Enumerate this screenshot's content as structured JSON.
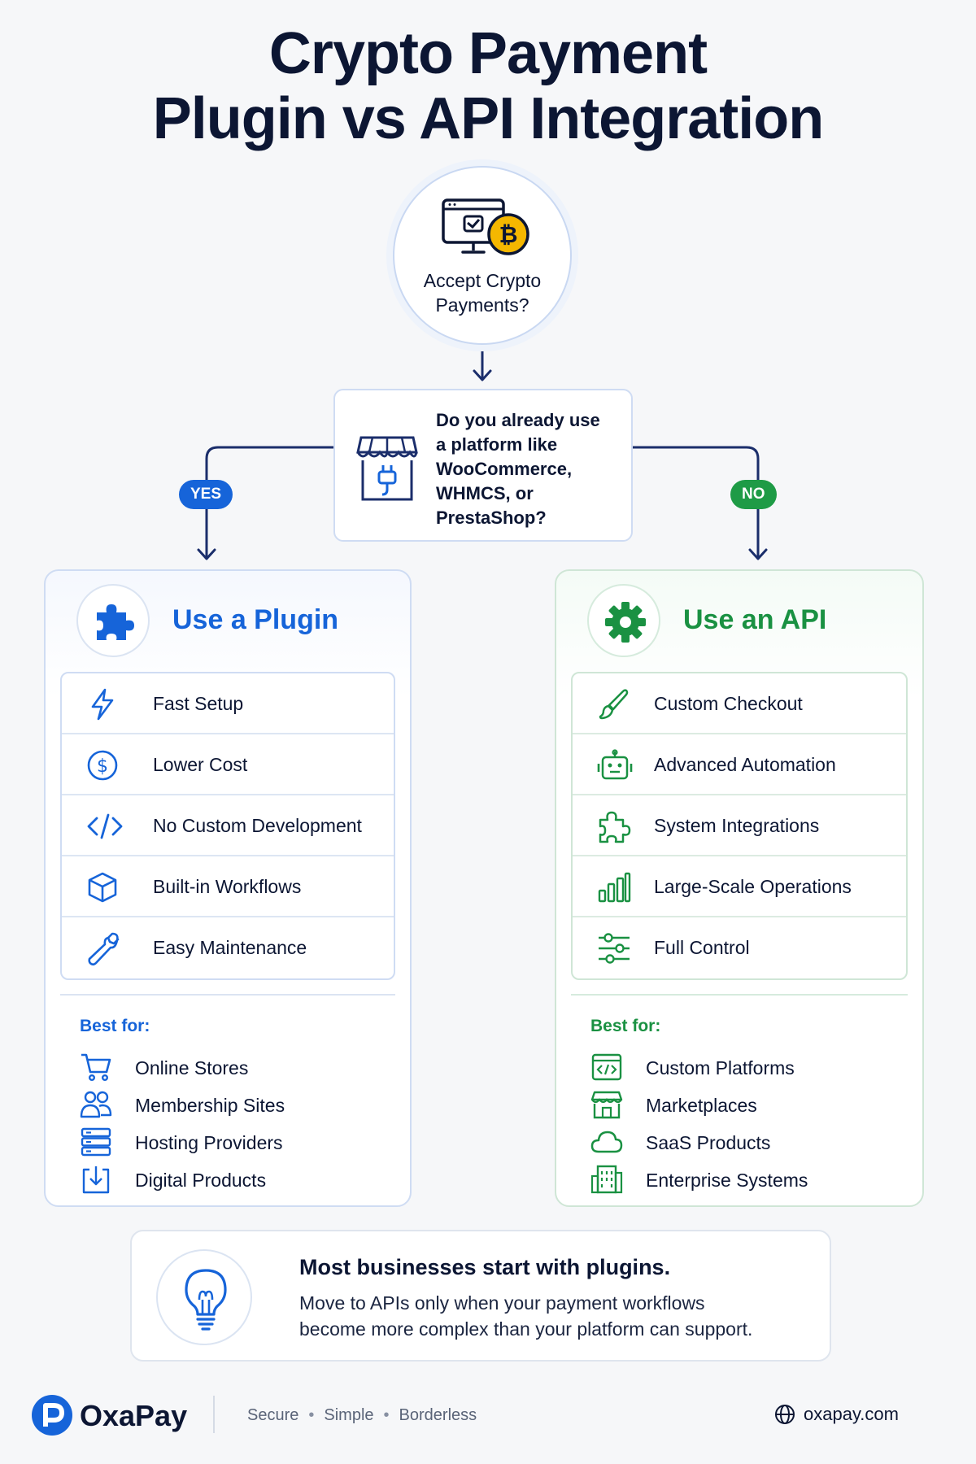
{
  "title": {
    "line1": "Crypto Payment",
    "line2": "Plugin vs API Integration"
  },
  "start": {
    "label_line1": "Accept Crypto",
    "label_line2": "Payments?",
    "icon": "crypto-checkout-icon"
  },
  "question": {
    "lines": [
      "Do you already use",
      "a platform like",
      "WooCommerce,",
      "WHMCS, or",
      "PrestaShop?"
    ],
    "icon": "store-plug-icon"
  },
  "branches": {
    "yes": "YES",
    "no": "NO"
  },
  "plugin": {
    "title": "Use a Plugin",
    "icon": "puzzle-icon",
    "features": [
      {
        "label": "Fast Setup",
        "icon": "lightning-icon"
      },
      {
        "label": "Lower Cost",
        "icon": "dollar-circle-icon"
      },
      {
        "label": "No Custom Development",
        "icon": "code-icon"
      },
      {
        "label": "Built-in Workflows",
        "icon": "box-icon"
      },
      {
        "label": "Easy Maintenance",
        "icon": "wrench-icon"
      }
    ],
    "best_for_label": "Best for:",
    "best_for": [
      {
        "label": "Online Stores",
        "icon": "cart-icon"
      },
      {
        "label": "Membership Sites",
        "icon": "users-icon"
      },
      {
        "label": "Hosting Providers",
        "icon": "server-icon"
      },
      {
        "label": "Digital Products",
        "icon": "download-icon"
      }
    ]
  },
  "api": {
    "title": "Use an API",
    "icon": "gear-icon",
    "features": [
      {
        "label": "Custom Checkout",
        "icon": "brush-icon"
      },
      {
        "label": "Advanced Automation",
        "icon": "robot-icon"
      },
      {
        "label": "System Integrations",
        "icon": "puzzle-outline-icon"
      },
      {
        "label": "Large-Scale Operations",
        "icon": "bar-chart-icon"
      },
      {
        "label": "Full Control",
        "icon": "sliders-icon"
      }
    ],
    "best_for_label": "Best for:",
    "best_for": [
      {
        "label": "Custom Platforms",
        "icon": "code-window-icon"
      },
      {
        "label": "Marketplaces",
        "icon": "storefront-icon"
      },
      {
        "label": "SaaS Products",
        "icon": "cloud-icon"
      },
      {
        "label": "Enterprise Systems",
        "icon": "building-icon"
      }
    ]
  },
  "tip": {
    "heading": "Most businesses start with plugins.",
    "body_line1": "Move to APIs only when your payment workflows",
    "body_line2": "become more complex than your platform can support.",
    "icon": "lightbulb-icon"
  },
  "footer": {
    "brand": "OxaPay",
    "tagline": [
      "Secure",
      "Simple",
      "Borderless"
    ],
    "website": "oxapay.com"
  },
  "colors": {
    "navy": "#0c1633",
    "blue": "#1664d9",
    "green": "#1a9142",
    "bitcoin": "#f5b700"
  }
}
